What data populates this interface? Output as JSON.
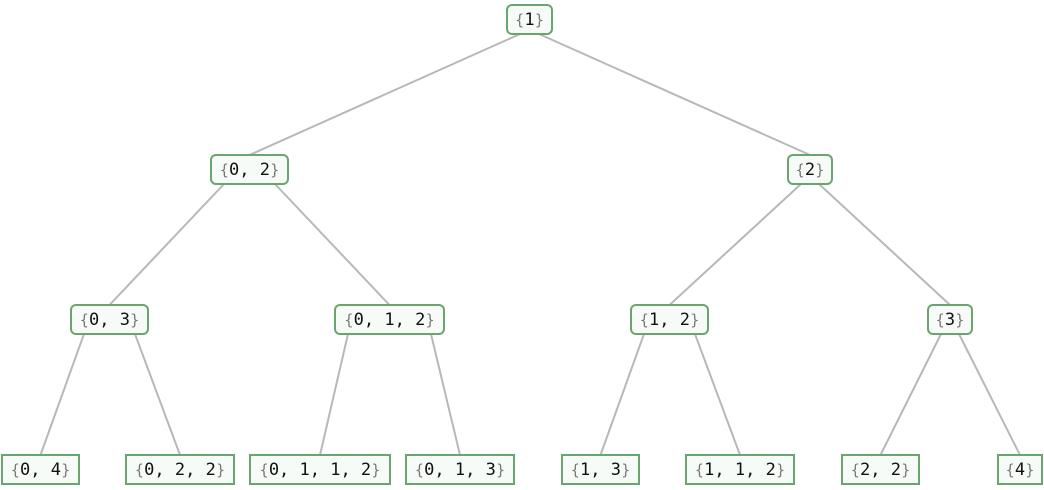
{
  "tree": {
    "colors": {
      "edge": "#b8b8b8",
      "node_border": "#6aa56f",
      "node_fill": "#f7fbf7",
      "brace": "#777777"
    },
    "nodes": {
      "root": {
        "open": "{",
        "label": "1",
        "close": "}"
      },
      "l1_left": {
        "open": "{",
        "label": "0, 2",
        "close": "}"
      },
      "l1_right": {
        "open": "{",
        "label": "2",
        "close": "}"
      },
      "l2_a": {
        "open": "{",
        "label": "0, 3",
        "close": "}"
      },
      "l2_b": {
        "open": "{",
        "label": "0, 1, 2",
        "close": "}"
      },
      "l2_c": {
        "open": "{",
        "label": "1, 2",
        "close": "}"
      },
      "l2_d": {
        "open": "{",
        "label": "3",
        "close": "}"
      },
      "leaf_1": {
        "open": "{",
        "label": "0, 4",
        "close": "}"
      },
      "leaf_2": {
        "open": "{",
        "label": "0, 2, 2",
        "close": "}"
      },
      "leaf_3": {
        "open": "{",
        "label": "0, 1, 1, 2",
        "close": "}"
      },
      "leaf_4": {
        "open": "{",
        "label": "0, 1, 3",
        "close": "}"
      },
      "leaf_5": {
        "open": "{",
        "label": "1, 3",
        "close": "}"
      },
      "leaf_6": {
        "open": "{",
        "label": "1, 1, 2",
        "close": "}"
      },
      "leaf_7": {
        "open": "{",
        "label": "2, 2",
        "close": "}"
      },
      "leaf_8": {
        "open": "{",
        "label": "4",
        "close": "}"
      }
    },
    "edges": [
      [
        "root",
        "l1_left"
      ],
      [
        "root",
        "l1_right"
      ],
      [
        "l1_left",
        "l2_a"
      ],
      [
        "l1_left",
        "l2_b"
      ],
      [
        "l1_right",
        "l2_c"
      ],
      [
        "l1_right",
        "l2_d"
      ],
      [
        "l2_a",
        "leaf_1"
      ],
      [
        "l2_a",
        "leaf_2"
      ],
      [
        "l2_b",
        "leaf_3"
      ],
      [
        "l2_b",
        "leaf_4"
      ],
      [
        "l2_c",
        "leaf_5"
      ],
      [
        "l2_c",
        "leaf_6"
      ],
      [
        "l2_d",
        "leaf_7"
      ],
      [
        "l2_d",
        "leaf_8"
      ]
    ]
  }
}
